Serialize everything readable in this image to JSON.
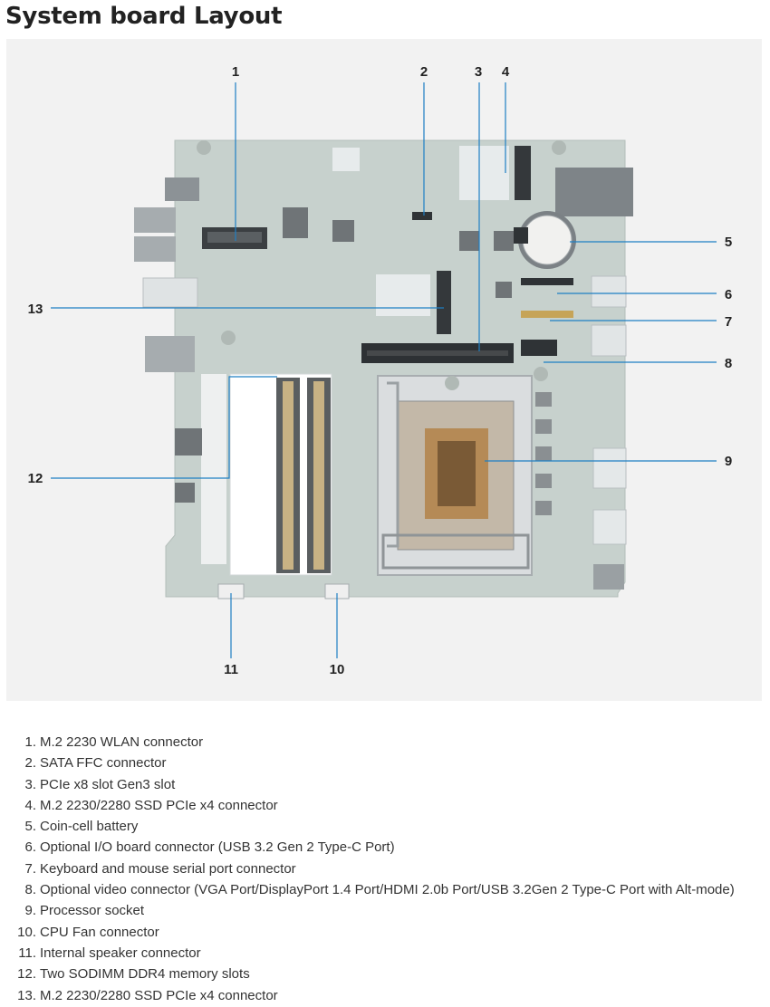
{
  "page": {
    "title": "System board Layout"
  },
  "callouts": [
    "1",
    "2",
    "3",
    "4",
    "5",
    "6",
    "7",
    "8",
    "9",
    "10",
    "11",
    "12",
    "13"
  ],
  "components": [
    {
      "num": "1.",
      "label": "M.2 2230 WLAN connector"
    },
    {
      "num": "2.",
      "label": "SATA FFC connector"
    },
    {
      "num": "3.",
      "label": "PCIe x8 slot Gen3 slot"
    },
    {
      "num": "4.",
      "label": "M.2 2230/2280 SSD PCIe x4 connector"
    },
    {
      "num": "5.",
      "label": "Coin-cell battery"
    },
    {
      "num": "6.",
      "label": "Optional I/O board connector (USB 3.2 Gen 2 Type-C Port)"
    },
    {
      "num": "7.",
      "label": "Keyboard and mouse serial port connector"
    },
    {
      "num": "8.",
      "label": "Optional video connector (VGA Port/DisplayPort 1.4 Port/HDMI 2.0b Port/USB 3.2Gen 2 Type-C Port with Alt-mode)"
    },
    {
      "num": "9.",
      "label": "Processor socket"
    },
    {
      "num": "10.",
      "label": "CPU Fan connector"
    },
    {
      "num": "11.",
      "label": "Internal speaker connector"
    },
    {
      "num": "12.",
      "label": "Two SODIMM DDR4 memory slots"
    },
    {
      "num": "13.",
      "label": "M.2 2230/2280 SSD PCIe x4 connector"
    }
  ],
  "colors": {
    "callout_line": "#1e7fc4",
    "board": "#c9d3cf",
    "figure_bg": "#f2f2f2"
  }
}
